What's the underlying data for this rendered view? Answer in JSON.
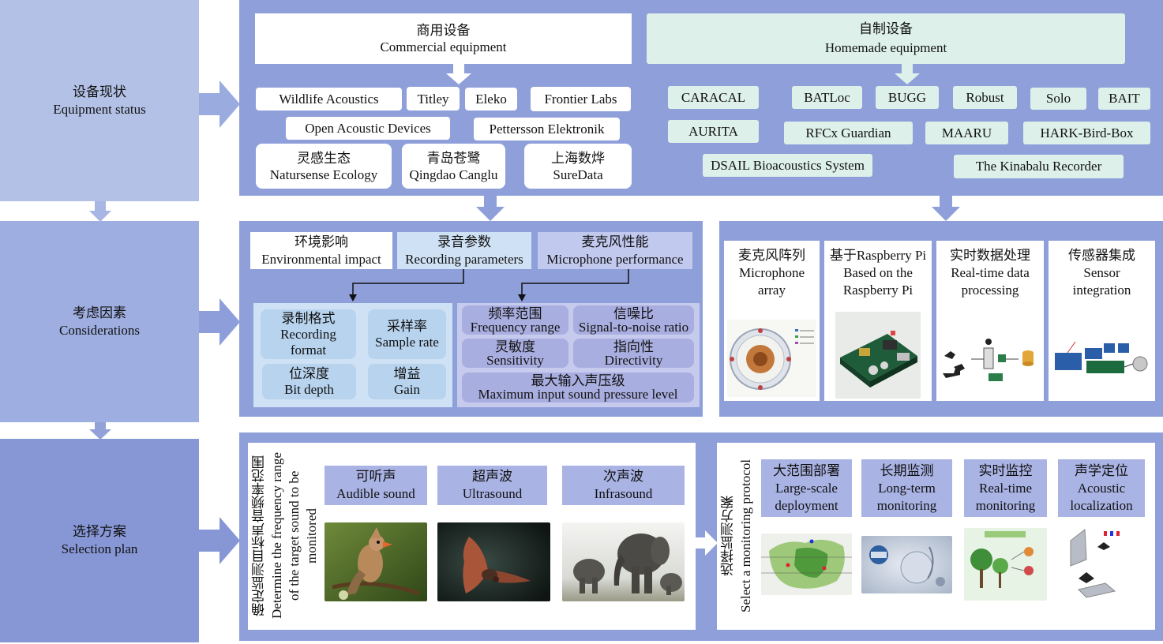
{
  "stages": [
    {
      "zh": "设备现状",
      "en": "Equipment status"
    },
    {
      "zh": "考虑因素",
      "en": "Considerations"
    },
    {
      "zh": "选择方案",
      "en": "Selection plan"
    }
  ],
  "equipment": {
    "commercial": {
      "zh": "商用设备",
      "en": "Commercial equipment"
    },
    "commercial_items": [
      "Wildlife Acoustics",
      "Titley",
      "Eleko",
      "Frontier Labs",
      "Open Acoustic Devices",
      "Pettersson Elektronik"
    ],
    "commercial_cn": [
      {
        "zh": "灵感生态",
        "en": "Natursense Ecology"
      },
      {
        "zh": "青岛苍鹭",
        "en": "Qingdao Canglu"
      },
      {
        "zh": "上海数烨",
        "en": "SureData"
      }
    ],
    "homemade": {
      "zh": "自制设备",
      "en": "Homemade equipment"
    },
    "homemade_items": [
      "CARACAL",
      "BATLoc",
      "BUGG",
      "Robust",
      "Solo",
      "BAIT",
      "AURITA",
      "RFCx Guardian",
      "MAARU",
      "HARK-Bird-Box",
      "DSAIL Bioacoustics System",
      "The Kinabalu Recorder"
    ]
  },
  "considerations": {
    "headers": [
      {
        "zh": "环境影响",
        "en": "Environmental impact"
      },
      {
        "zh": "录音参数",
        "en": "Recording parameters"
      },
      {
        "zh": "麦克风性能",
        "en": "Microphone performance"
      }
    ],
    "recording": [
      {
        "zh": "录制格式",
        "en": "Recording format"
      },
      {
        "zh": "采样率",
        "en": "Sample rate"
      },
      {
        "zh": "位深度",
        "en": "Bit depth"
      },
      {
        "zh": "增益",
        "en": "Gain"
      }
    ],
    "microphone": [
      {
        "zh": "频率范围",
        "en": "Frequency range"
      },
      {
        "zh": "信噪比",
        "en": "Signal-to-noise ratio"
      },
      {
        "zh": "灵敏度",
        "en": "Sensitivity"
      },
      {
        "zh": "指向性",
        "en": "Directivity"
      },
      {
        "zh": "最大输入声压级",
        "en": "Maximum input sound pressure level"
      }
    ],
    "columns": [
      {
        "zh": "麦克风阵列",
        "en1": "Microphone",
        "en2": "array"
      },
      {
        "zh": "基于Raspberry Pi",
        "en1": "Based on the",
        "en2": "Raspberry Pi"
      },
      {
        "zh": "实时数据处理",
        "en1": "Real-time data",
        "en2": "processing"
      },
      {
        "zh": "传感器集成",
        "en1": "Sensor",
        "en2": "integration"
      }
    ]
  },
  "selection": {
    "freq_vertical": {
      "zh": "确定监测目标声音频率范围",
      "en1": "Determine the frequency range",
      "en2": "of the target sound to be",
      "en3": "monitored"
    },
    "sounds": [
      {
        "zh": "可听声",
        "en": "Audible sound"
      },
      {
        "zh": "超声波",
        "en": "Ultrasound"
      },
      {
        "zh": "次声波",
        "en": "Infrasound"
      }
    ],
    "protocol_vertical": {
      "zh": "选择监测方案",
      "en": "Select a monitoring protocol"
    },
    "protocols": [
      {
        "zh": "大范围部署",
        "en1": "Large-scale",
        "en2": "deployment"
      },
      {
        "zh": "长期监测",
        "en1": "Long-term",
        "en2": "monitoring"
      },
      {
        "zh": "实时监控",
        "en1": "Real-time",
        "en2": "monitoring"
      },
      {
        "zh": "声学定位",
        "en1": "Acoustic",
        "en2": "localization"
      }
    ]
  },
  "colors": {
    "panel": "#8e9fda",
    "stage_light": "#b3c1e6",
    "stage_dark": "#8797d6",
    "mint": "#ddf0ea",
    "light_blue": "#cfe1f4"
  }
}
